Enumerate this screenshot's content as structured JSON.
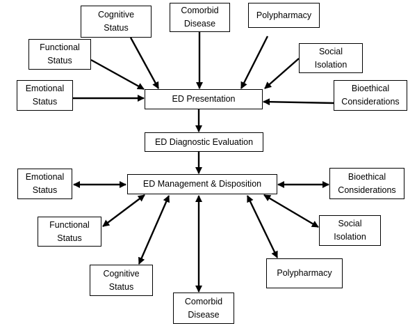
{
  "top": {
    "cognitive": [
      "Cognitive",
      "Status"
    ],
    "comorbid": [
      "Comorbid",
      "Disease"
    ],
    "polypharmacy": [
      "Polypharmacy"
    ],
    "functional": [
      "Functional",
      "Status"
    ],
    "social": [
      "Social",
      "Isolation"
    ],
    "emotional": [
      "Emotional",
      "Status"
    ],
    "bioethical": [
      "Bioethical",
      "Considerations"
    ]
  },
  "flow": {
    "presentation": "ED Presentation",
    "evaluation": "ED Diagnostic Evaluation",
    "management": "ED Management & Disposition"
  },
  "bottom": {
    "emotional": [
      "Emotional",
      "Status"
    ],
    "bioethical": [
      "Bioethical",
      "Considerations"
    ],
    "functional": [
      "Functional",
      "Status"
    ],
    "social": [
      "Social",
      "Isolation"
    ],
    "cognitive": [
      "Cognitive",
      "Status"
    ],
    "polypharmacy": [
      "Polypharmacy"
    ],
    "comorbid": [
      "Comorbid",
      "Disease"
    ]
  },
  "colors": {
    "line": "#000000",
    "box_fill": "#ffffff"
  }
}
